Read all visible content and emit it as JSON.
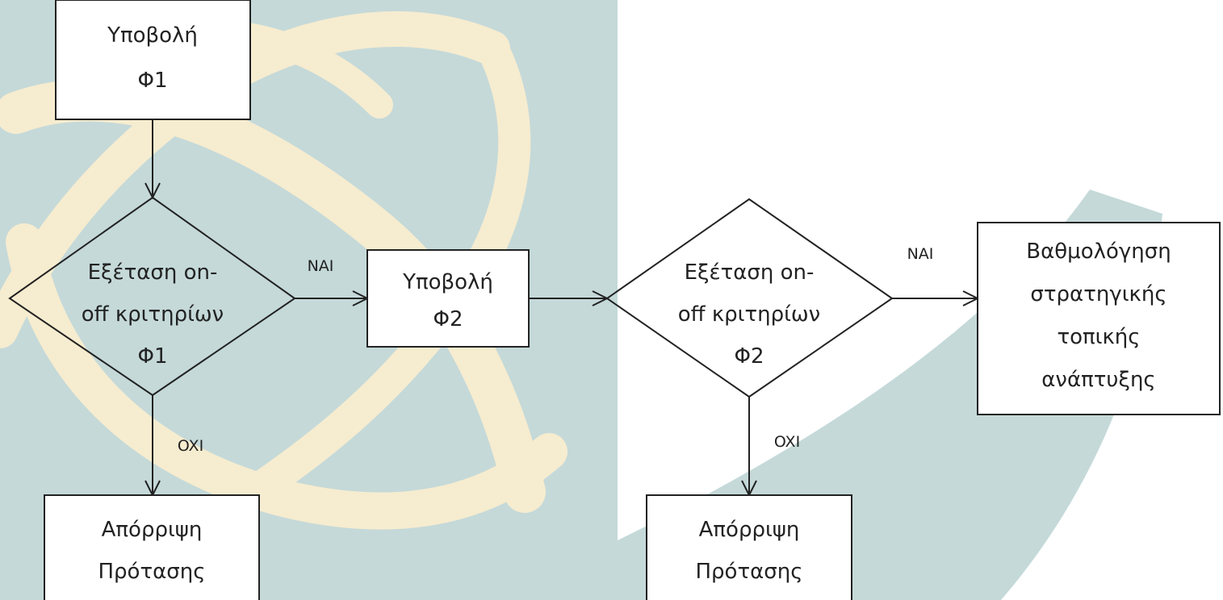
{
  "colors": {
    "background_left": "#c5d9d9",
    "background_right": "#ffffff",
    "teal_shape": "#c5d9d9",
    "cream_scribble": "#f6eccf",
    "box_fill": "#ffffff",
    "stroke": "#222222",
    "text": "#222222"
  },
  "nodes": {
    "submit_f1": {
      "line1": "Υποβολή",
      "line2": "Φ1"
    },
    "check_f1": {
      "line1": "Εξέταση on-",
      "line2": "off κριτηρίων",
      "line3": "Φ1"
    },
    "submit_f2": {
      "line1": "Υποβολή",
      "line2": "Φ2"
    },
    "check_f2": {
      "line1": "Εξέταση on-",
      "line2": "off κριτηρίων",
      "line3": "Φ2"
    },
    "scoring": {
      "line1": "Βαθμολόγηση",
      "line2": "στρατηγικής",
      "line3": "τοπικής",
      "line4": "ανάπτυξης"
    },
    "reject_1": {
      "line1": "Απόρριψη",
      "line2": "Πρότασης"
    },
    "reject_2": {
      "line1": "Απόρριψη",
      "line2": "Πρότασης"
    }
  },
  "edge_labels": {
    "yes_1": "NAI",
    "yes_2": "NAI",
    "no_1": "OXI",
    "no_2": "OXI"
  }
}
